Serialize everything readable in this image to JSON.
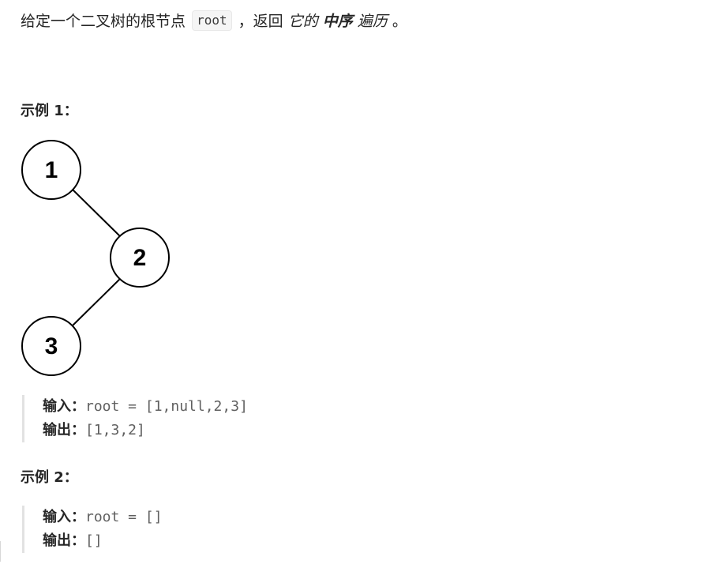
{
  "description": {
    "part1": "给定一个二叉树的根节点",
    "code": "root",
    "part2": "，返回",
    "italic1": "它的",
    "bold_italic": "中序",
    "italic2": "遍历",
    "end": "。"
  },
  "examples": [
    {
      "title": "示例 1：",
      "tree_nodes": [
        "1",
        "2",
        "3"
      ],
      "input_label": "输入：",
      "input_value": "root = [1,null,2,3]",
      "output_label": "输出：",
      "output_value": "[1,3,2]"
    },
    {
      "title": "示例 2：",
      "input_label": "输入：",
      "input_value": "root = []",
      "output_label": "输出：",
      "output_value": "[]"
    }
  ]
}
